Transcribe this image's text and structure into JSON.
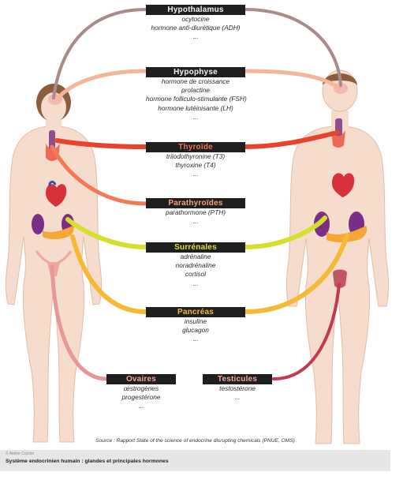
{
  "glands": [
    {
      "id": "hypothalamus",
      "name": "Hypothalamus",
      "color": "#f4f4f4",
      "hormones": [
        "ocytocine",
        "hormone anti-diurétique (ADH)",
        "..."
      ]
    },
    {
      "id": "hypophyse",
      "name": "Hypophyse",
      "color": "#f4f4f4",
      "hormones": [
        "hormone de croissance",
        "prolactine",
        "hormone folliculo-stimulante (FSH)",
        "hormone lutéinisante (LH)",
        "..."
      ]
    },
    {
      "id": "thyroide",
      "name": "Thyroïde",
      "color": "#f07357",
      "hormones": [
        "triiodothyronine (T3)",
        "thyroxine (T4)",
        "..."
      ]
    },
    {
      "id": "parathyroides",
      "name": "Parathyroïdes",
      "color": "#f6a07c",
      "hormones": [
        "parathormone (PTH)",
        "..."
      ]
    },
    {
      "id": "surrenales",
      "name": "Surrénales",
      "color": "#d9e23b",
      "hormones": [
        "adrénaline",
        "noradrénaline",
        "cortisol",
        "..."
      ]
    },
    {
      "id": "pancreas",
      "name": "Pancréas",
      "color": "#f5b93a",
      "hormones": [
        "insuline",
        "glucagon",
        "..."
      ]
    },
    {
      "id": "ovaires",
      "name": "Ovaires",
      "color": "#f3a8a0",
      "hormones": [
        "œstrogènes",
        "progestérone",
        "..."
      ]
    },
    {
      "id": "testicules",
      "name": "Testicules",
      "color": "#f3a8a0",
      "hormones": [
        "testostérone",
        "..."
      ]
    }
  ],
  "source": "Source : Rapport State of the science of endocrine disrupting chemicals (PNUE, OMS)",
  "credit": "© Atelier Cocote",
  "caption": "Système endocrinien humain : glandes et principales hormones",
  "colors": {
    "hypothalamus_link": "#a88b8b",
    "hypophyse_link": "#f5b59a",
    "thyroide_link": "#e8432c",
    "parathyroides_link": "#f47a55",
    "surrenales_link": "#d6df2e",
    "pancreas_link": "#f6b935",
    "ovaires_link": "#e79896",
    "testicules_link": "#c33a4c",
    "skin": "#f6dccd",
    "skin_outline": "#e7bba6"
  }
}
